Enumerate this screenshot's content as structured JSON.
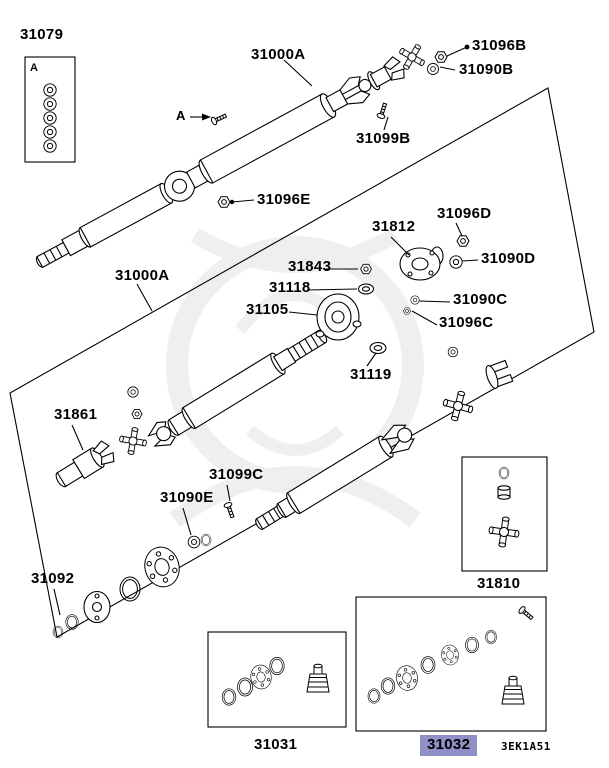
{
  "doc": {
    "type": "exploded-parts-diagram",
    "subject": "propeller-shaft-assembly"
  },
  "plate": {
    "code": "3EK1A51"
  },
  "colors": {
    "line": "#000000",
    "highlight": "#9090c8",
    "watermark": "#e2e2e2"
  },
  "labels": {
    "p31079": "31079",
    "box_a": "A",
    "arrow_a": "A",
    "p31000a_top": "31000A",
    "p31096b": "31096B",
    "p31090b": "31090B",
    "p31099b": "31099B",
    "p31096e": "31096E",
    "p31812": "31812",
    "p31096d": "31096D",
    "p31843": "31843",
    "p31090d": "31090D",
    "p31118": "31118",
    "p31105": "31105",
    "p31090c": "31090C",
    "p31096c": "31096C",
    "p31000a_mid": "31000A",
    "p31119": "31119",
    "p31861": "31861",
    "p31099c": "31099C",
    "p31090e": "31090E",
    "p31092": "31092",
    "p31810": "31810",
    "p31031": "31031",
    "p31032": "31032"
  }
}
